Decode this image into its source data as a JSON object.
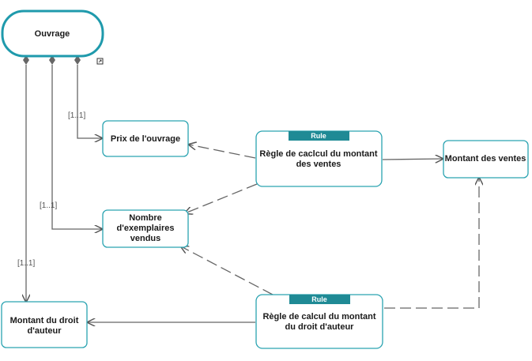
{
  "colors": {
    "border": "#2aa3b1",
    "root_border": "#1f9aac",
    "tag_fill": "#1f8a95",
    "line": "#555555"
  },
  "nodes": {
    "ouvrage": "Ouvrage",
    "prix": "Prix de l'ouvrage",
    "nombre": [
      "Nombre",
      "d'exemplaires",
      "vendus"
    ],
    "droit": [
      "Montant du droit",
      "d'auteur"
    ],
    "ventes": "Montant des ventes",
    "rule_ventes": [
      "Règle de caclcul du montant",
      "des ventes"
    ],
    "rule_droit": [
      "Règle de calcul du montant",
      "du droit d'auteur"
    ]
  },
  "tags": {
    "rule_ventes": "Rule",
    "rule_droit": "Rule"
  },
  "multiplicities": {
    "prix": "[1..1]",
    "nombre": "[1..1]",
    "droit": "[1..1]"
  },
  "icons": {
    "expand": "expand-icon"
  }
}
